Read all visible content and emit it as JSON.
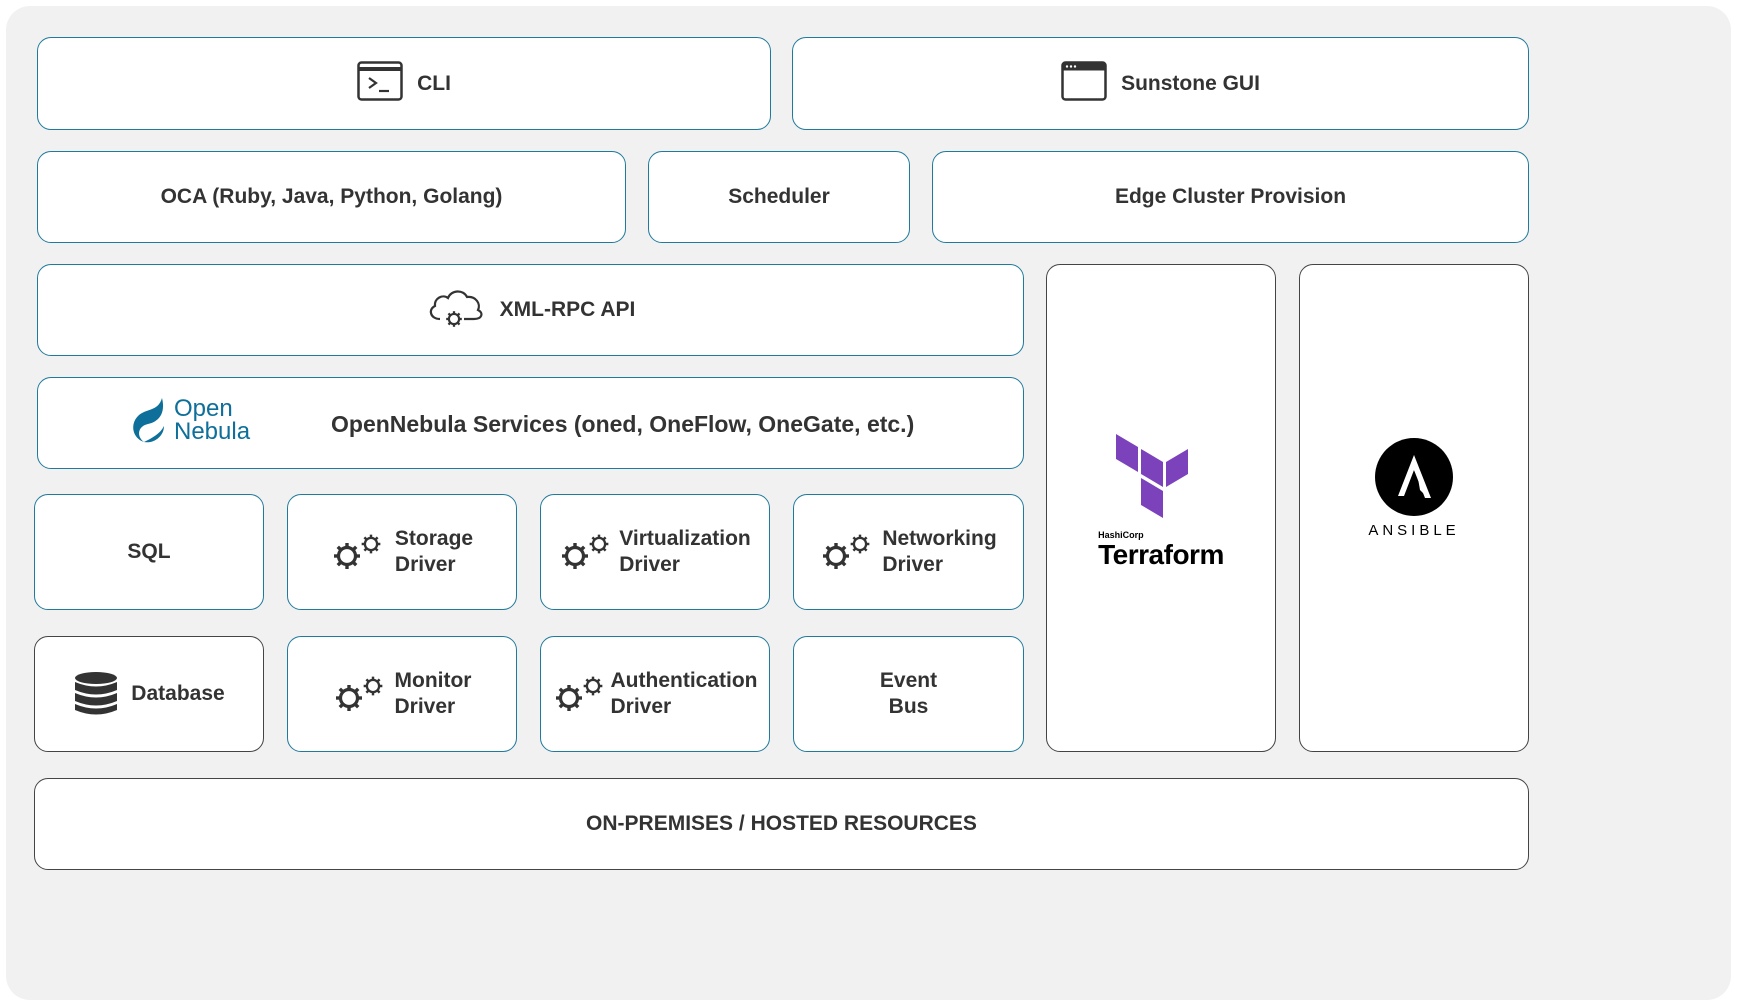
{
  "colors": {
    "frame": "#f1f1f1",
    "border_blue": "#1f7a9c",
    "border_dark": "#444444",
    "text": "#333333",
    "opennebula": "#0d6f9a",
    "terraform": "#7b42bc",
    "ansible": "#000000"
  },
  "cli": {
    "label": "CLI",
    "icon": "terminal-icon"
  },
  "sunstone": {
    "label": "Sunstone GUI",
    "icon": "browser-window-icon"
  },
  "oca": {
    "label": "OCA (Ruby, Java, Python, Golang)"
  },
  "scheduler": {
    "label": "Scheduler"
  },
  "edge": {
    "label": "Edge Cluster Provision"
  },
  "xmlrpc": {
    "label": "XML-RPC API",
    "icon": "cloud-gear-icon"
  },
  "services": {
    "label": "OpenNebula Services (oned, OneFlow, OneGate, etc.)",
    "logo_line1": "Open",
    "logo_line2": "Nebula"
  },
  "sql": {
    "label": "SQL"
  },
  "storage": {
    "line1": "Storage",
    "line2": "Driver",
    "icon": "gears-icon"
  },
  "virtualization": {
    "line1": "Virtualization",
    "line2": "Driver",
    "icon": "gears-icon"
  },
  "networking": {
    "line1": "Networking",
    "line2": "Driver",
    "icon": "gears-icon"
  },
  "database": {
    "label": "Database",
    "icon": "database-icon"
  },
  "monitor": {
    "line1": "Monitor",
    "line2": "Driver",
    "icon": "gears-icon"
  },
  "authentication": {
    "line1": "Authentication",
    "line2": "Driver",
    "icon": "gears-icon"
  },
  "eventbus": {
    "line1": "Event",
    "line2": "Bus"
  },
  "terraform": {
    "brand_small": "HashiCorp",
    "brand": "Terraform"
  },
  "ansible": {
    "brand": "ANSIBLE"
  },
  "resources": {
    "label": "ON-PREMISES / HOSTED RESOURCES"
  }
}
